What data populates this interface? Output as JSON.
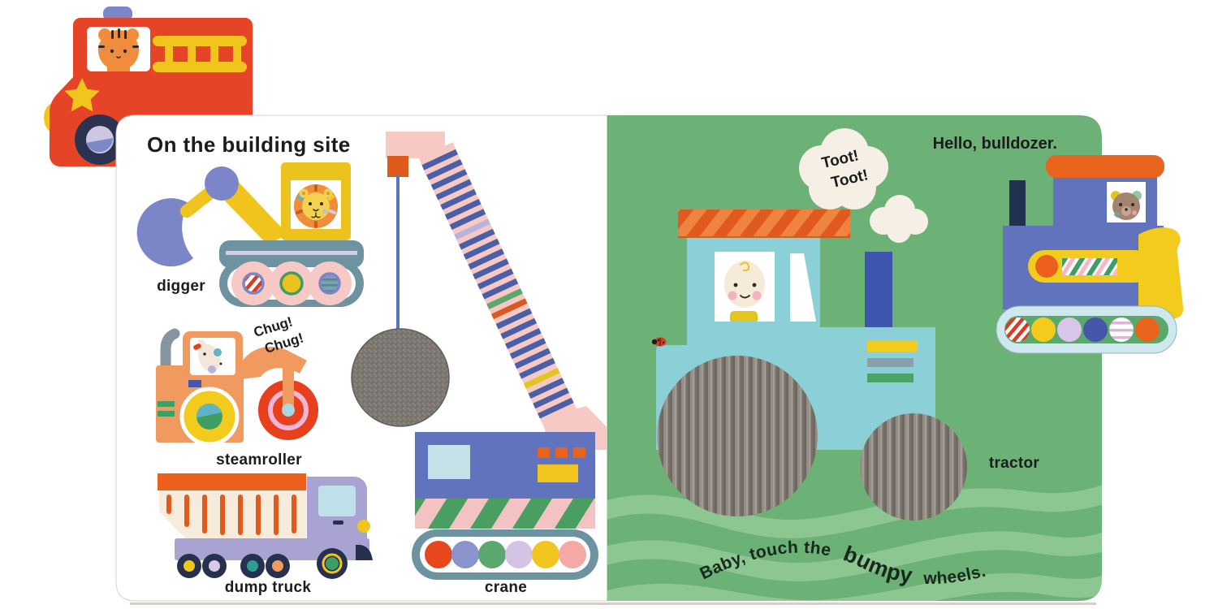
{
  "book": {
    "left_page": {
      "title": "On the building site",
      "digger_label": "digger",
      "steamroller_label": "steamroller",
      "dump_truck_label": "dump truck",
      "crane_label": "crane",
      "chug_line1": "Chug!",
      "chug_line2": "Chug!"
    },
    "right_page": {
      "greeting": "Hello, bulldozer.",
      "toot_line1": "Toot!",
      "toot_line2": "Toot!",
      "tractor_label": "tractor",
      "caption_pre": "Baby, touch the",
      "caption_emphasis": "bumpy",
      "caption_post": "wheels."
    },
    "colors": {
      "page_green": "#6cb176",
      "wave_green": "#8cc791",
      "fire_truck_red": "#e54427",
      "accent_orange": "#e8641c",
      "accent_yellow": "#f1c51d",
      "periwinkle": "#6273bd",
      "cab_blue": "#8bd0d6",
      "track_teal": "#6d93a1",
      "boom_pink": "#f7c9c4",
      "texture_gray": "#8d8781"
    }
  }
}
